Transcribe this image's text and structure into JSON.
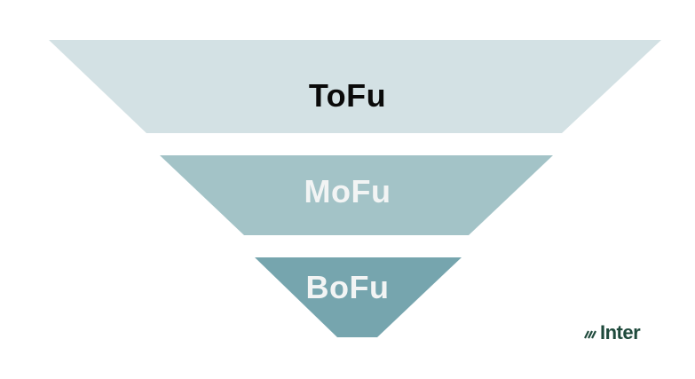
{
  "funnel": {
    "stages": [
      {
        "label": "ToFu",
        "fill": "#d3e1e4",
        "text_color": "#0a0a0a"
      },
      {
        "label": "MoFu",
        "fill": "#a3c3c7",
        "text_color": "#f2f4f4"
      },
      {
        "label": "BoFu",
        "fill": "#76a5ae",
        "text_color": "#f2f4f4"
      }
    ]
  },
  "logo": {
    "text": "Inter",
    "color": "#1f4a3c",
    "icon": "diagonal-stripes-icon"
  }
}
